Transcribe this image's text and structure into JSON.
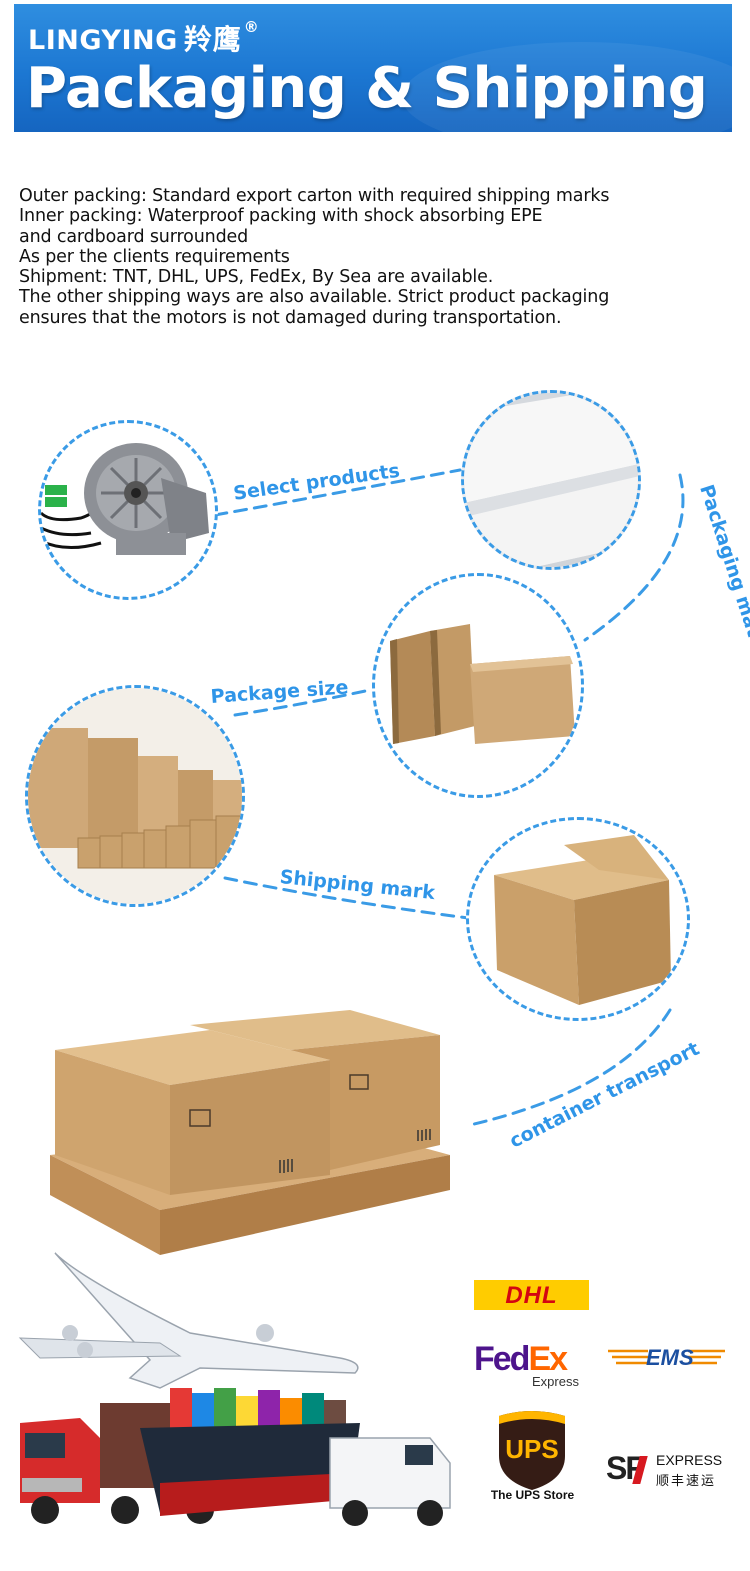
{
  "header": {
    "brand": "LINGYING",
    "brand_cn": "羚鹰",
    "registered": "®",
    "title": "Packaging & Shipping"
  },
  "description": [
    "Outer packing: Standard export carton with required shipping marks",
    "Inner packing: Waterproof packing with shock absorbing EPE",
    "and cardboard surrounded",
    "As per the clients requirements",
    "Shipment: TNT, DHL, UPS, FedEx, By Sea are available.",
    "The other shipping ways are also available. Strict product packaging",
    "ensures that the motors is not damaged during transportation."
  ],
  "flow": {
    "steps": [
      {
        "label": "Select products",
        "image": "electric-motor"
      },
      {
        "label": "Packaging material",
        "image": "epe-foam"
      },
      {
        "label": "Package size",
        "image": "honeycomb-cardboard"
      },
      {
        "label": "Shipping mark",
        "image": "carton-boxes"
      },
      {
        "label": "container transport",
        "image": "cardboard-box"
      }
    ],
    "pallet_image": "pallet-boxes"
  },
  "carriers": {
    "dhl": "DHL",
    "fedex_main": "Fed",
    "fedex_ex": "Ex",
    "fedex_sub": "Express",
    "ems": "EMS",
    "ups": "UPS",
    "ups_caption": "The UPS Store",
    "sf": "SF",
    "sf_en": "EXPRESS",
    "sf_cn": "顺丰速运"
  },
  "transport_image": "plane-truck-ship-van",
  "colors": {
    "banner": "#1c77d2",
    "flow_accent": "#2f95e8",
    "cardboard": "#c9a06b",
    "dhl_yellow": "#ffcc00",
    "dhl_red": "#d40511",
    "fedex_purple": "#4d148c",
    "fedex_orange": "#ff6600",
    "ups_brown": "#351c15",
    "ups_gold": "#ffb500",
    "sf_red": "#d71920"
  }
}
